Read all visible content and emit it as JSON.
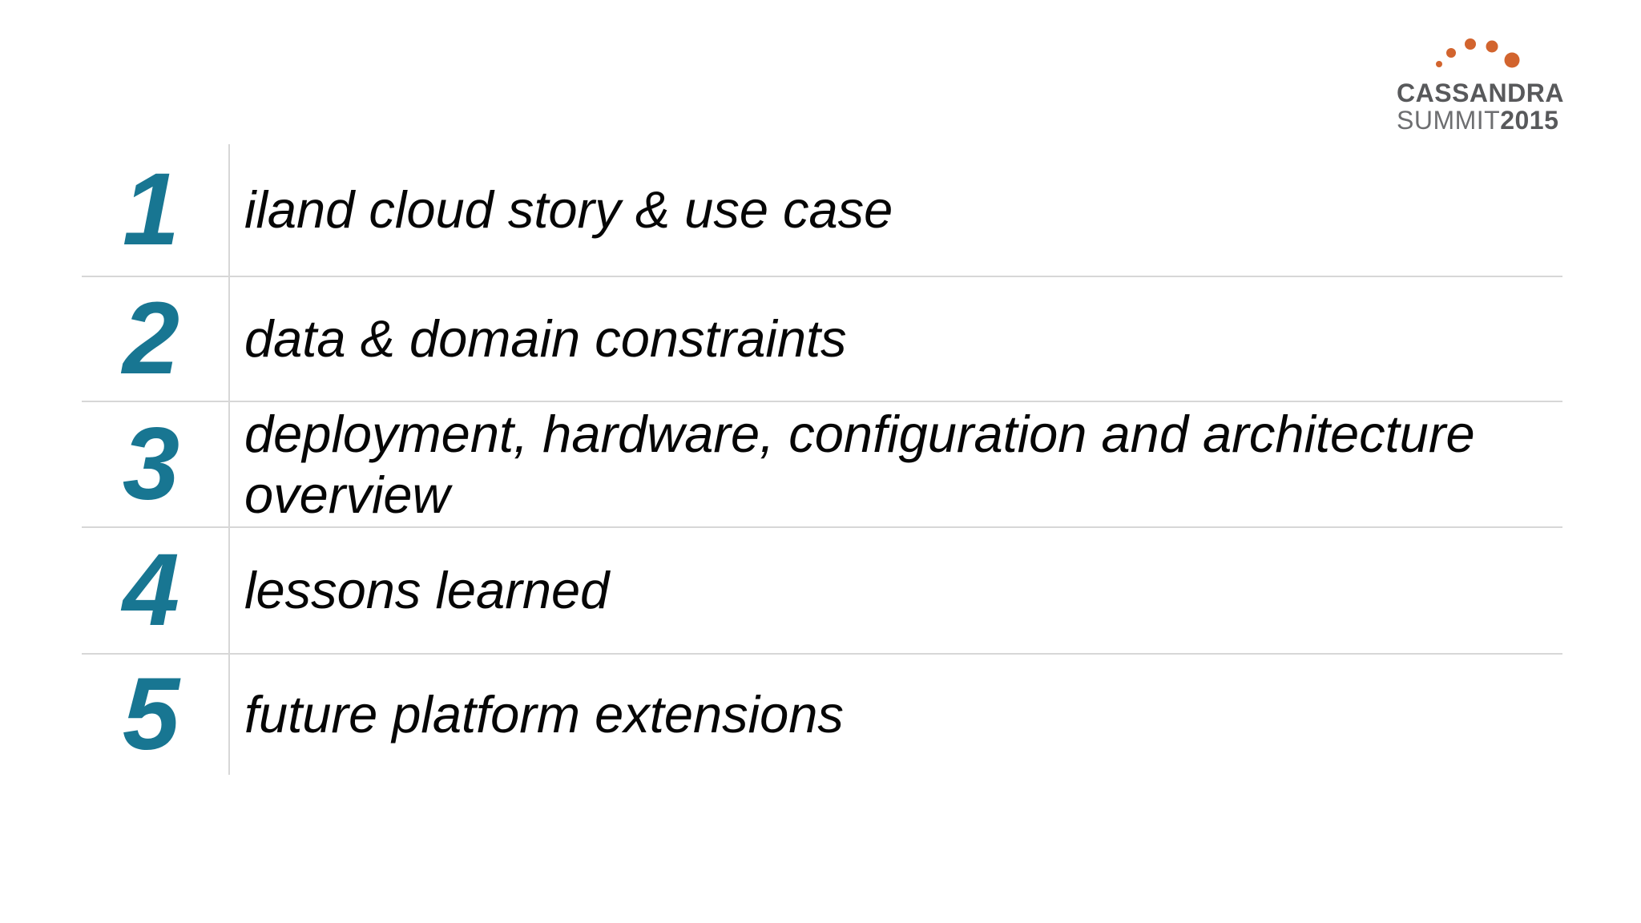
{
  "logo": {
    "brand": "CASSANDRA",
    "summit": "SUMMIT",
    "year": "2015",
    "dot_color": "#D2642E",
    "brand_color": "#58595B",
    "light_color": "#6D6E70"
  },
  "agenda": {
    "number_color": "#187692",
    "text_color": "#060606",
    "line_color": "#D7D7D7",
    "items": [
      {
        "number": "1",
        "label": "iland cloud story & use case"
      },
      {
        "number": "2",
        "label": "data & domain constraints"
      },
      {
        "number": "3",
        "label": "deployment, hardware, configuration and architecture overview"
      },
      {
        "number": "4",
        "label": "lessons learned"
      },
      {
        "number": "5",
        "label": "future platform extensions"
      }
    ]
  }
}
